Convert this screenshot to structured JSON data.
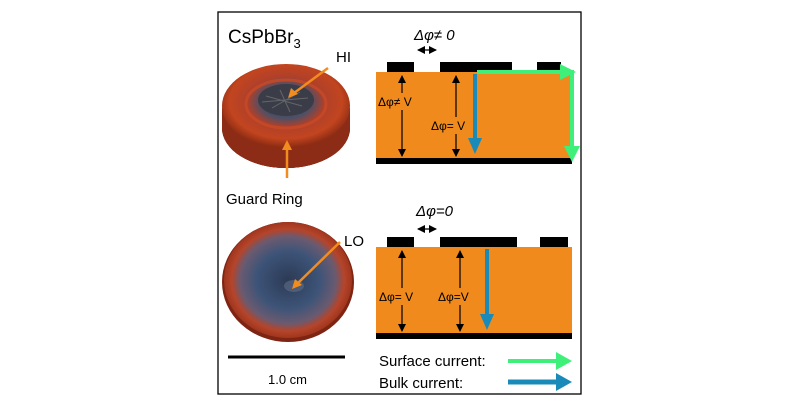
{
  "title": {
    "main": "CsPbBr",
    "sub": "3"
  },
  "photos": {
    "top_label": "HI",
    "guard_label": "Guard Ring",
    "bottom_label": "LO"
  },
  "scale_bar": {
    "label": "1.0 cm"
  },
  "top_device": {
    "gap_label": "Δφ≠ 0",
    "left_label": "Δφ≠ V",
    "center_label": "Δφ= V"
  },
  "bottom_device": {
    "gap_label": "Δφ=0",
    "left_label": "Δφ= V",
    "center_label": "Δφ=V"
  },
  "legend": {
    "surface_label": "Surface current:",
    "bulk_label": "Bulk current:"
  },
  "colors": {
    "crystal": "#f08a1c",
    "electrode": "#000000",
    "surface_current": "#3ef07a",
    "bulk_current": "#1a8bb8"
  }
}
